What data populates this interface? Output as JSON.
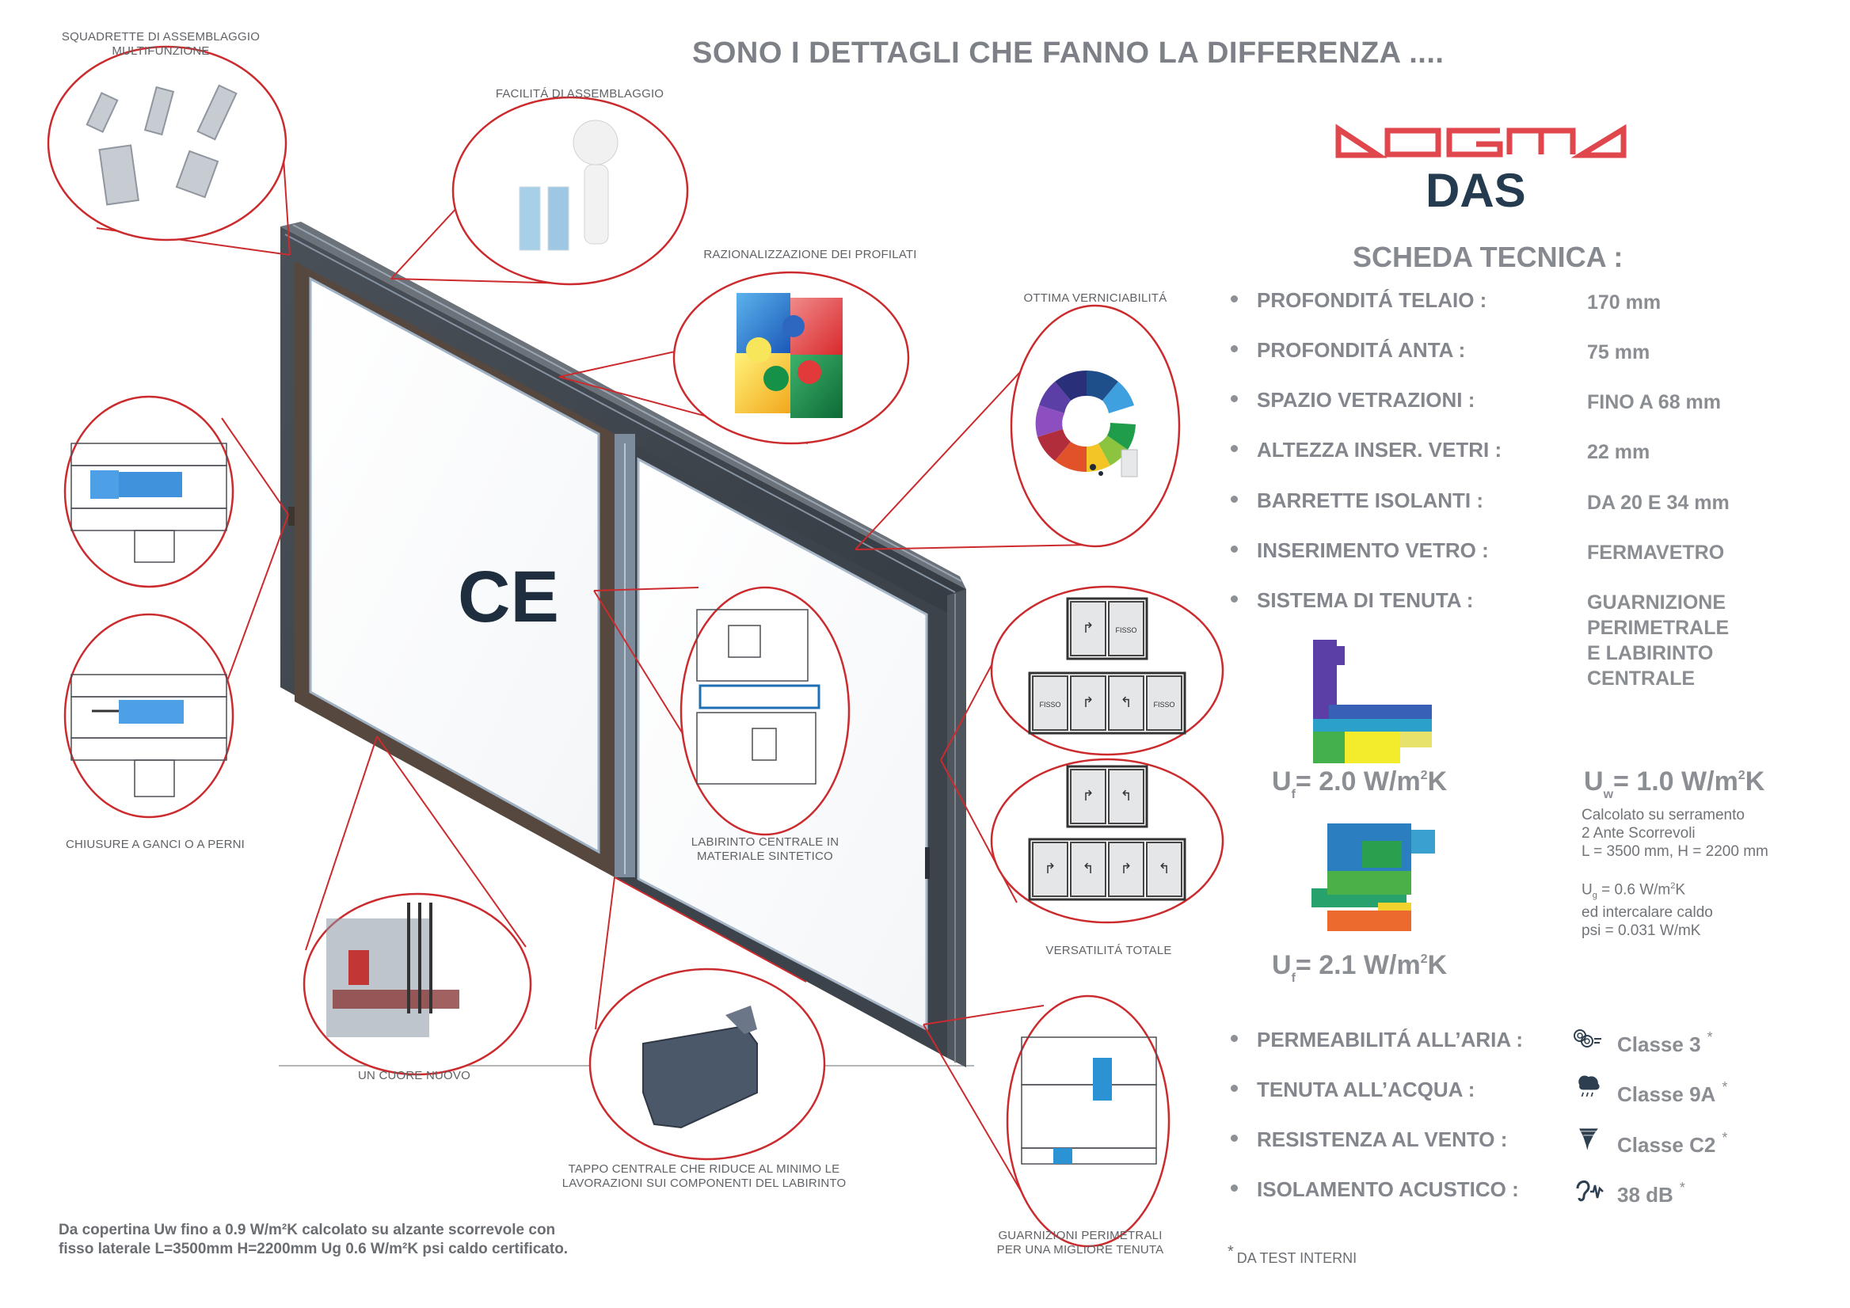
{
  "header": {
    "title": "SONO I DETTAGLI CHE FANNO LA DIFFERENZA ....",
    "brand": "DOGMA",
    "product": "DAS",
    "section_title": "SCHEDA TECNICA :"
  },
  "colors": {
    "brand_red": "#e0474c",
    "product_navy": "#253c50",
    "callout_red": "#cc2b2e",
    "frame_dark": "#3a4048",
    "text_grey": "#83868c"
  },
  "features": [
    {
      "label": "SQUADRETTE DI ASSEMBLAGGIO",
      "label2": "MULTIFUNZIONE"
    },
    {
      "label": "FACILITÁ DI ASSEMBLAGGIO"
    },
    {
      "label": "RAZIONALIZZAZIONE DEI PROFILATI"
    },
    {
      "label": "OTTIMA VERNICIABILITÁ"
    },
    {
      "label": "CHIUSURE A GANCI O A PERNI"
    },
    {
      "label": "LABIRINTO CENTRALE IN",
      "label2": "MATERIALE SINTETICO"
    },
    {
      "label": "VERSATILITÁ TOTALE"
    },
    {
      "label": "UN CUORE NUOVO"
    },
    {
      "label": "TAPPO CENTRALE CHE RIDUCE AL MINIMO LE",
      "label2": "LAVORAZIONI SUI COMPONENTI DEL LABIRINTO"
    },
    {
      "label": "GUARNIZIONI PERIMETRALI",
      "label2": "PER UNA MIGLIORE TENUTA"
    }
  ],
  "certification_mark": "CE",
  "versatility_diagrams": {
    "fixed_label": "FISSO",
    "configs": [
      [
        "slide-right",
        "fixed"
      ],
      [
        "fixed",
        "slide-right",
        "slide-left",
        "fixed"
      ],
      [
        "slide-right",
        "slide-left"
      ],
      [
        "slide-right",
        "slide-left",
        "slide-right",
        "slide-left"
      ]
    ]
  },
  "specs": [
    {
      "label": "PROFONDITÁ TELAIO :",
      "value": "170 mm"
    },
    {
      "label": "PROFONDITÁ ANTA :",
      "value": "75 mm"
    },
    {
      "label": "SPAZIO VETRAZIONI :",
      "value": "FINO A 68 mm"
    },
    {
      "label": "ALTEZZA INSER. VETRI :",
      "value": "22 mm"
    },
    {
      "label": "BARRETTE ISOLANTI :",
      "value": "DA 20 E 34 mm"
    },
    {
      "label": "INSERIMENTO VETRO :",
      "value": "FERMAVETRO"
    },
    {
      "label": "SISTEMA DI TENUTA :",
      "value_lines": [
        "GUARNIZIONE",
        "PERIMETRALE",
        "E LABIRINTO",
        "CENTRALE"
      ]
    }
  ],
  "thermal": {
    "uf1": {
      "symbol": "U",
      "sub": "f",
      "value": "= 2.0 W/m",
      "exp": "2",
      "unit": "K"
    },
    "uf2": {
      "symbol": "U",
      "sub": "f",
      "value": "= 2.1 W/m",
      "exp": "2",
      "unit": "K"
    },
    "uw": {
      "symbol": "U",
      "sub": "w",
      "value": "= 1.0 W/m",
      "exp": "2",
      "unit": "K"
    },
    "notes": {
      "line1": "Calcolato su serramento",
      "line2": "2 Ante Scorrevoli",
      "line3": "L = 3500 mm, H = 2200 mm",
      "ug_symbol": "U",
      "ug_sub": "g",
      "ug_value": " = 0.6 W/m",
      "ug_exp": "2",
      "ug_unit": "K",
      "line5": "ed intercalare caldo",
      "line6": "psi = 0.031 W/mK"
    }
  },
  "performance": [
    {
      "label": "PERMEABILITÁ ALL’ARIA :",
      "icon": "air-icon",
      "value": "Classe 3",
      "star": "*"
    },
    {
      "label": "TENUTA ALL’ACQUA :",
      "icon": "rain-cloud-icon",
      "value": "Classe 9A",
      "star": "*"
    },
    {
      "label": "RESISTENZA AL VENTO :",
      "icon": "tornado-icon",
      "value": "Classe C2",
      "star": "*"
    },
    {
      "label": "ISOLAMENTO ACUSTICO :",
      "icon": "ear-sound-icon",
      "value": "38 dB",
      "star": "*"
    }
  ],
  "footnote": {
    "star": "*",
    "text": "DA TEST INTERNI"
  },
  "footer_note": {
    "line1": "Da copertina Uw fino a 0.9 W/m²K calcolato su alzante scorrevole con",
    "line2": "fisso laterale L=3500mm H=2200mm Ug 0.6 W/m²K psi caldo certificato."
  }
}
